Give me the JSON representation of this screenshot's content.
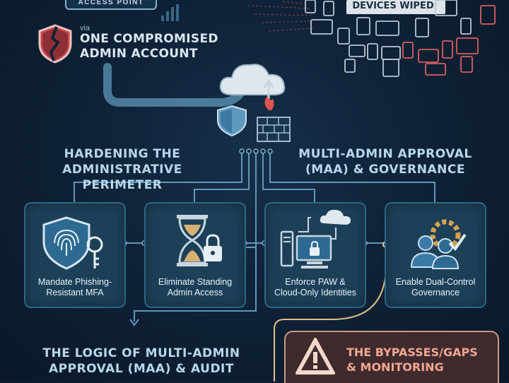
{
  "top": {
    "access_point_text": "ACCESS POINT",
    "via": "via",
    "compromised_title": "ONE COMPROMISED\nADMIN ACCOUNT",
    "devices_wiped": "DEVICES WIPED"
  },
  "sections": {
    "hardening": "HARDENING THE\nADMINISTRATIVE PERIMETER",
    "maa_governance": "MULTI-ADMIN APPROVAL\n(MAA) & GOVERNANCE",
    "logic": "THE LOGIC OF MULTI-ADMIN\nAPPROVAL (MAA) & AUDIT",
    "bypasses": "THE BYPASSES/GAPS\n& MONITORING"
  },
  "cards": [
    {
      "label": "Mandate Phishing-\nResistant MFA",
      "icon": "shield-fingerprint-key-icon"
    },
    {
      "label": "Eliminate Standing\nAdmin Access",
      "icon": "hourglass-lock-icon"
    },
    {
      "label": "Enforce PAW &\nCloud-Only Identities",
      "icon": "workstation-lock-cloud-icon"
    },
    {
      "label": "Enable Dual-Control\nGovernance",
      "icon": "users-gear-check-icon"
    }
  ],
  "colors": {
    "background": "#0f2238",
    "card": "#1d4059",
    "card_border": "#2d6686",
    "header_text": "#b9d6ea",
    "alert_red": "#d9534f",
    "warning_text": "#f2a68f"
  }
}
